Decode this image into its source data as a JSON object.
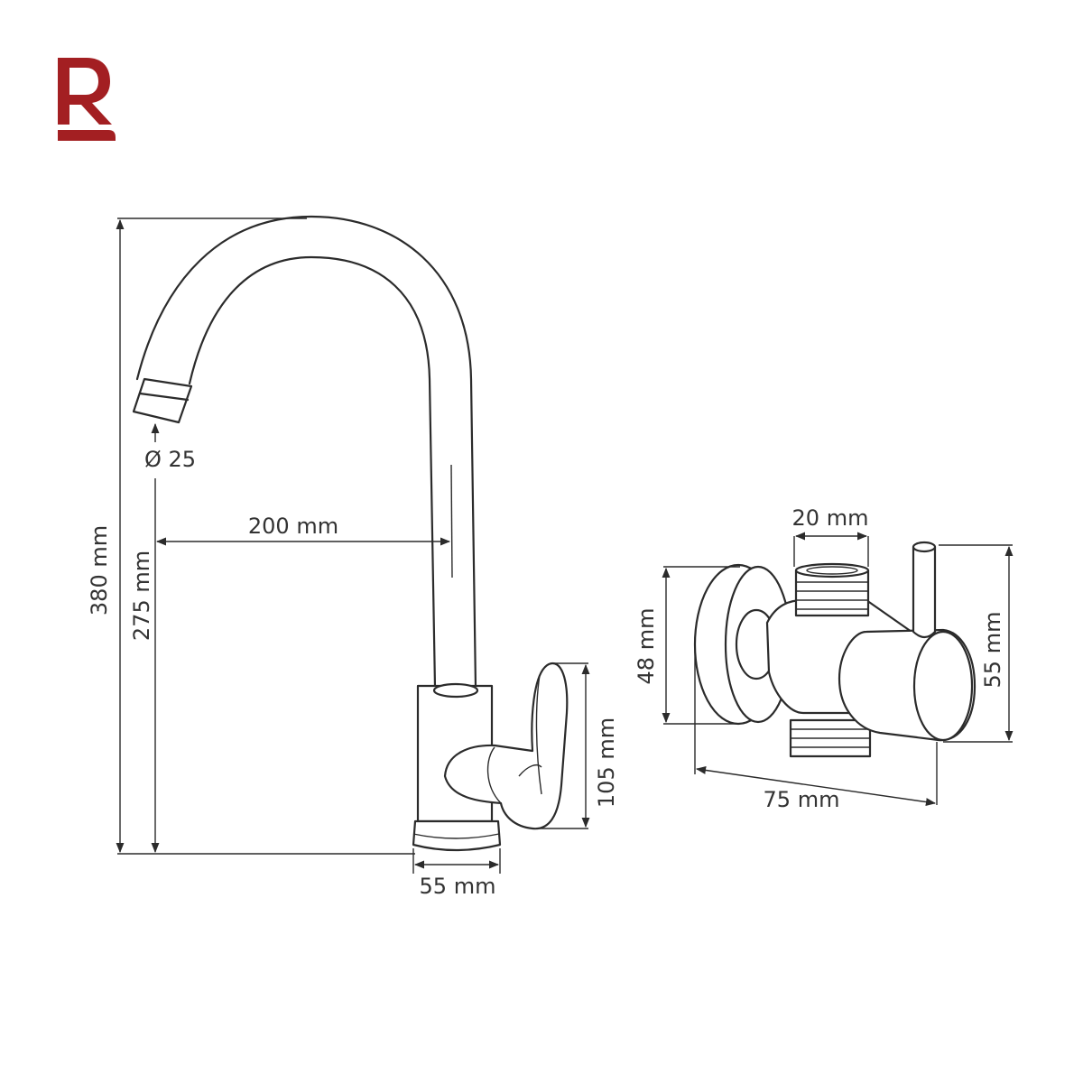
{
  "brand": {
    "logo_letter": "R",
    "logo_color": "#a31f22"
  },
  "faucet": {
    "nozzle_diameter": "Ø 25",
    "reach": "200 mm",
    "total_height": "380 mm",
    "spout_height": "275 mm",
    "handle_height": "105 mm",
    "base_width": "55 mm"
  },
  "valve": {
    "inlet_width": "20 mm",
    "flange_height": "48 mm",
    "handle_height": "55 mm",
    "total_length": "75 mm"
  },
  "colors": {
    "line": "#2b2b2b",
    "text": "#333333"
  }
}
